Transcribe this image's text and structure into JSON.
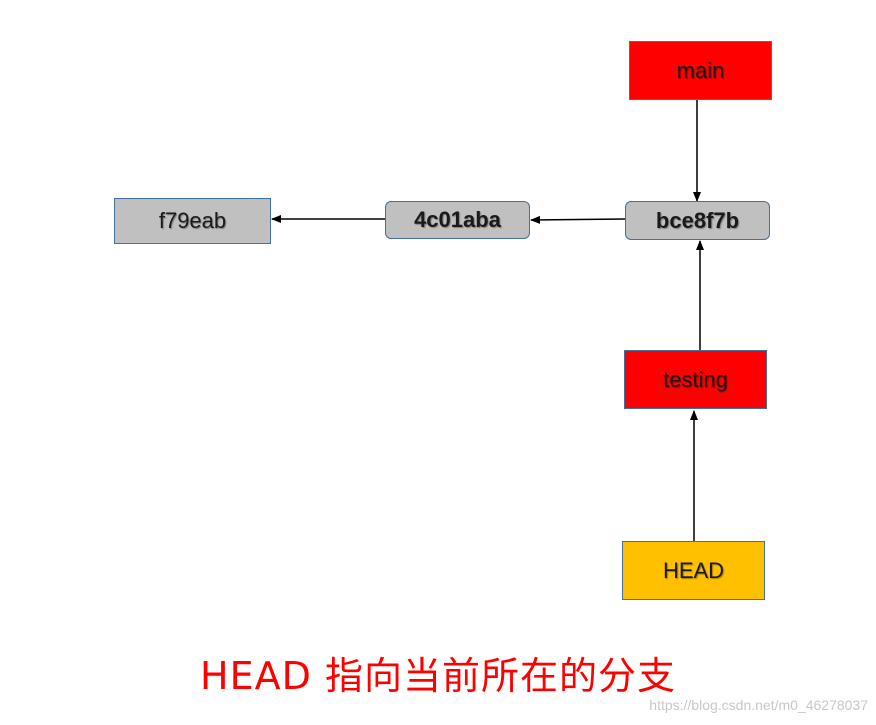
{
  "nodes": {
    "commit_f79eab": "f79eab",
    "commit_4c01aba": "4c01aba",
    "commit_bce8f7b": "bce8f7b",
    "branch_main": "main",
    "branch_testing": "testing",
    "head": "HEAD"
  },
  "caption": "HEAD 指向当前所在的分支",
  "watermark": "https://blog.csdn.net/m0_46278037",
  "colors": {
    "commit": "#c0c0c0",
    "branch": "#ff0000",
    "head": "#ffc000",
    "caption": "#ff0000",
    "border": "#41719c"
  }
}
